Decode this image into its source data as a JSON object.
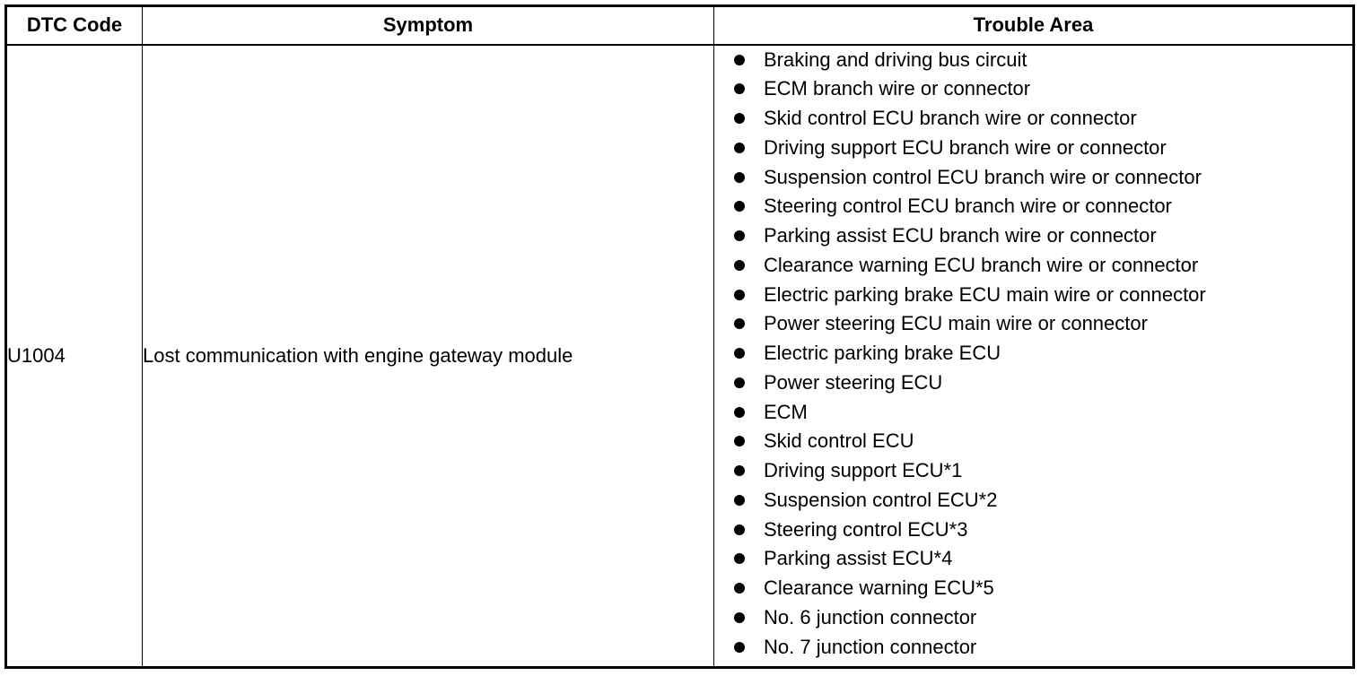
{
  "table": {
    "headers": {
      "dtc_code": "DTC Code",
      "symptom": "Symptom",
      "trouble_area": "Trouble Area"
    },
    "row": {
      "dtc_code": "U1004",
      "symptom": "Lost communication with engine gateway module",
      "trouble_areas": [
        "Braking and driving bus circuit",
        "ECM branch wire or connector",
        "Skid control ECU branch wire or connector",
        "Driving support ECU branch wire or connector",
        "Suspension control ECU branch wire or connector",
        "Steering control ECU branch wire or connector",
        "Parking assist ECU branch wire or connector",
        "Clearance warning ECU branch wire or connector",
        "Electric parking brake ECU main wire or connector",
        "Power steering ECU main wire or connector",
        "Electric parking brake ECU",
        "Power steering ECU",
        "ECM",
        "Skid control ECU",
        "Driving support ECU*1",
        "Suspension control ECU*2",
        "Steering control ECU*3",
        "Parking assist ECU*4",
        "Clearance warning ECU*5",
        "No. 6 junction connector",
        "No. 7 junction connector"
      ]
    }
  }
}
